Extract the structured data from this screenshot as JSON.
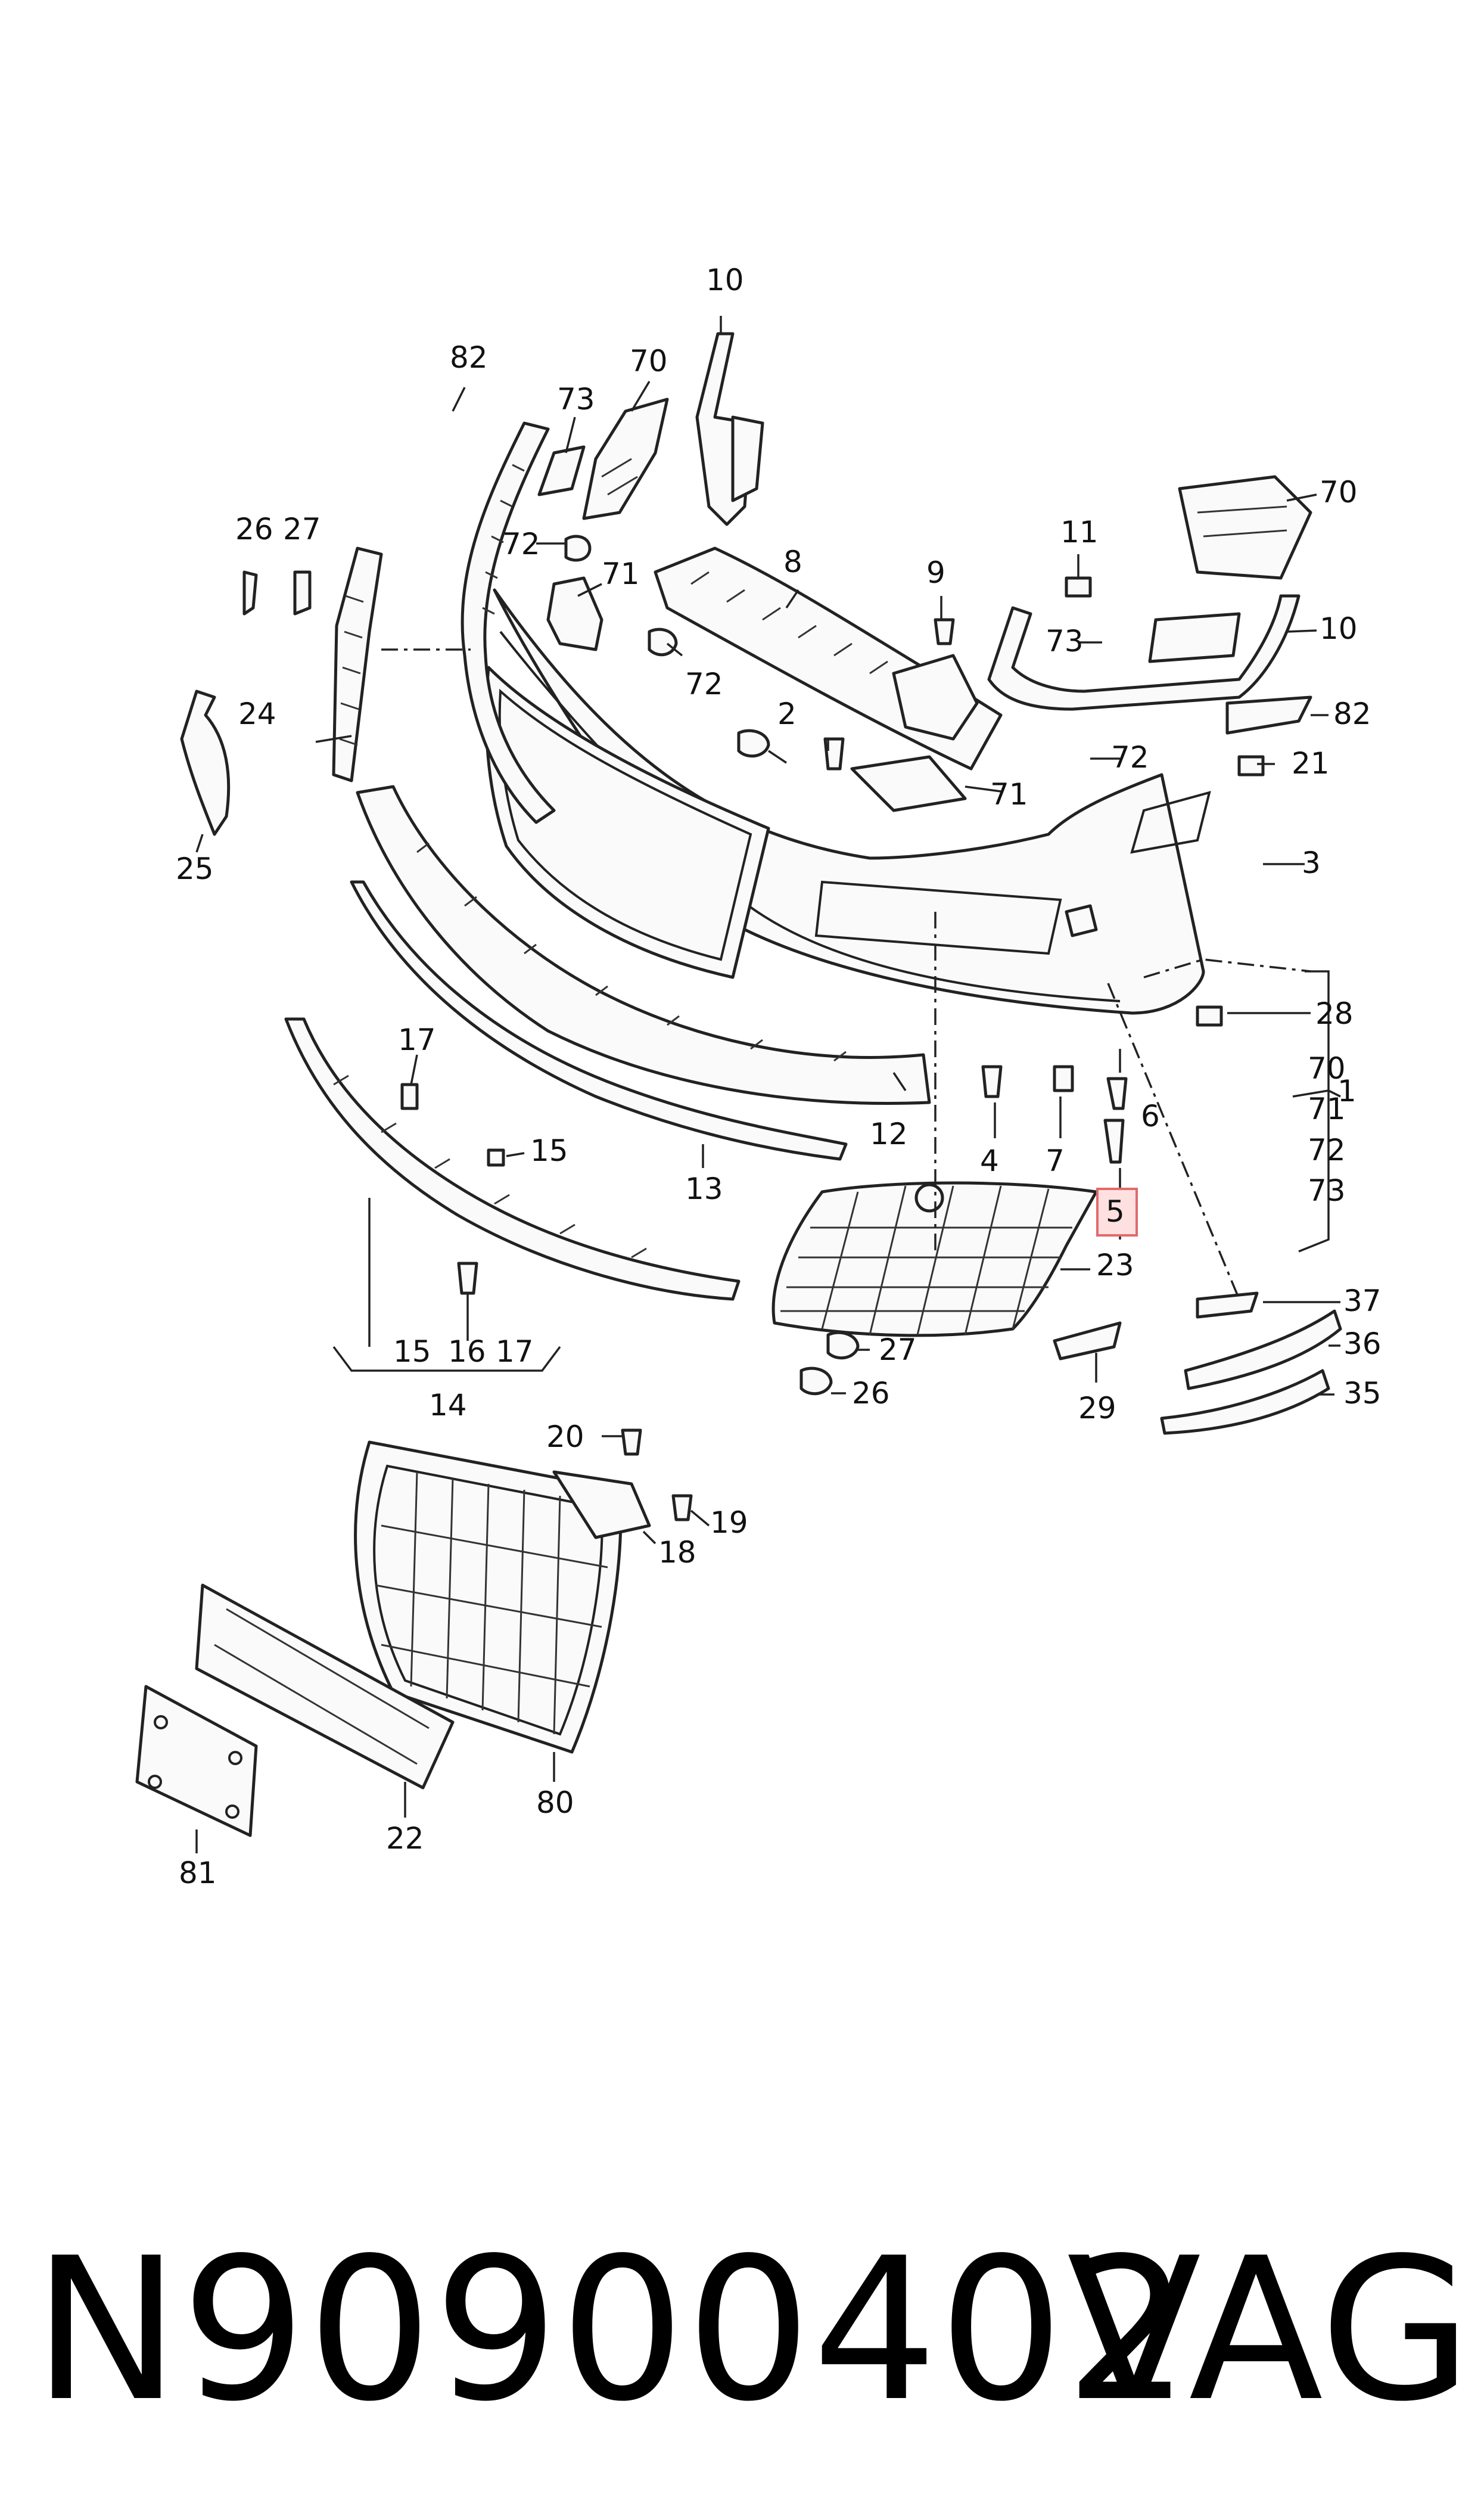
{
  "diagram": {
    "callouts": [
      "10",
      "82",
      "70",
      "73",
      "72",
      "71",
      "8",
      "9",
      "11",
      "70",
      "73",
      "10",
      "26",
      "27",
      "24",
      "25",
      "2",
      "72",
      "72",
      "71",
      "82",
      "21",
      "3",
      "28",
      "70",
      "71",
      "72",
      "73",
      "1",
      "4",
      "7",
      "6",
      "5",
      "23",
      "17",
      "15",
      "12",
      "13",
      "37",
      "36",
      "35",
      "27",
      "26",
      "29",
      "15",
      "16",
      "17",
      "14",
      "20",
      "19",
      "18",
      "22",
      "80",
      "81"
    ],
    "highlighted_callout": "5"
  },
  "footer": {
    "part_number": "N90900402",
    "brand": "VAG"
  },
  "colors": {
    "highlight_fill": "#ffe0e0",
    "highlight_stroke": "#e06a6a",
    "line": "#222222"
  }
}
